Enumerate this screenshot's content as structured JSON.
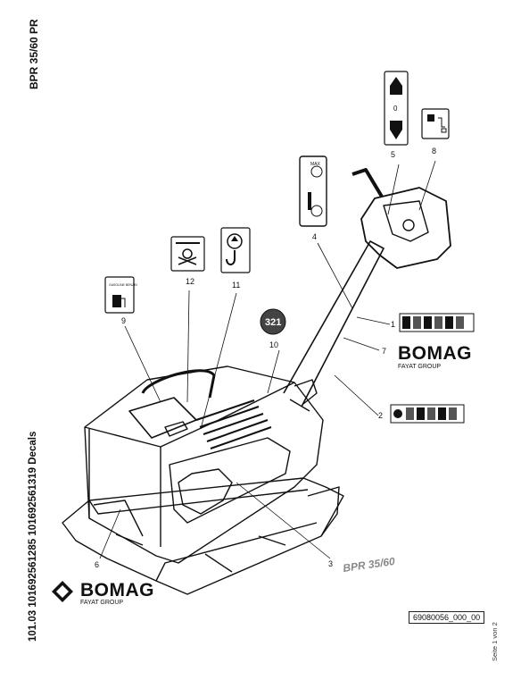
{
  "header": {
    "model": "BPR 35/60 PR",
    "parts_title": "101.03 101692561285 101692561319 Decals",
    "page": "Seite 1 von 2"
  },
  "drawing_number": "69080056_000_00",
  "brand": {
    "name": "BOMAG",
    "group": "FAYAT GROUP",
    "colors": {
      "ink": "#111111",
      "paper": "#ffffff"
    }
  },
  "machine_side_text": "BPR 35/60",
  "callouts": {
    "c1": "1",
    "c2": "2",
    "c3": "3",
    "c4": "4",
    "c5": "5",
    "c6": "6",
    "c7": "7",
    "c8": "8",
    "c9": "9",
    "c10": "10",
    "c11": "11",
    "c12": "12"
  },
  "decals": {
    "throttle_zero": "0",
    "speed_max": "MAX",
    "noise_db": "321",
    "fuel_label": "GASOLINE BENZIN"
  },
  "icons": {
    "fuel": "fuel-pump-icon",
    "lifting": "hook-lift-icon",
    "tie_down": "tie-down-icon",
    "throttle": "throttle-arrow-icon",
    "sound": "sound-power-icon"
  }
}
